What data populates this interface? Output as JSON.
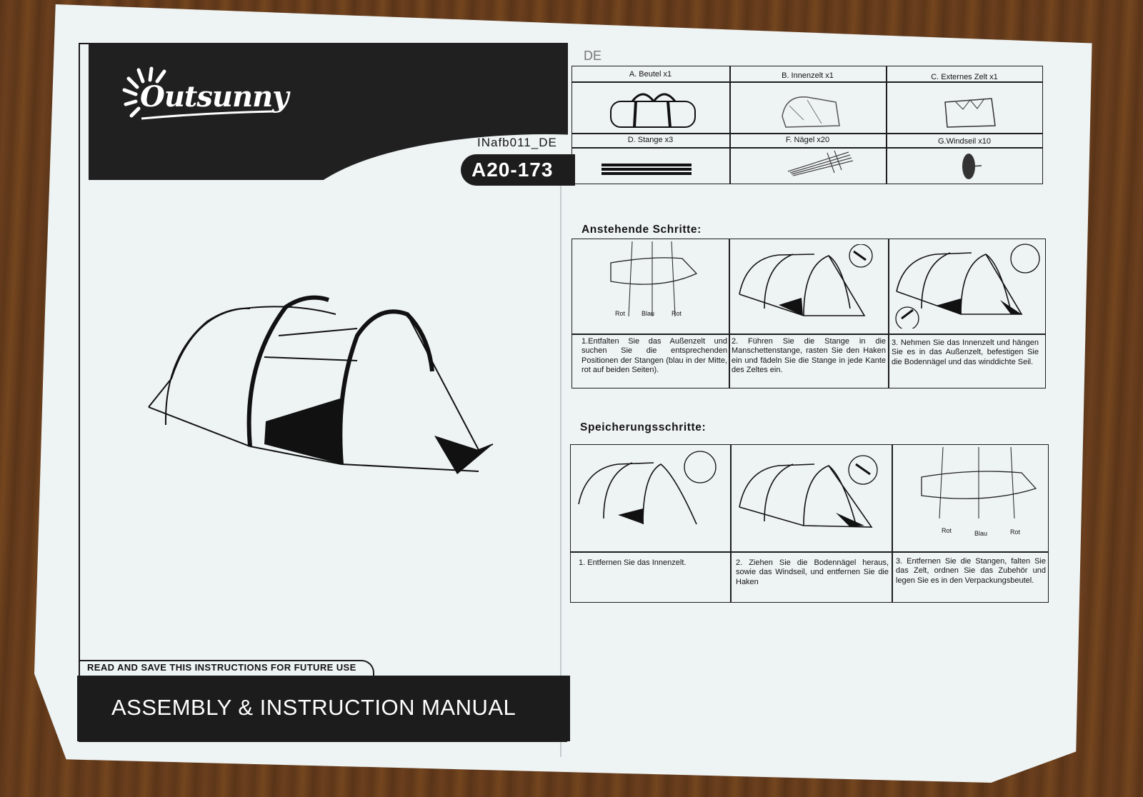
{
  "cover": {
    "brand": "Outsunny",
    "doc_code": "INafb011_DE",
    "model": "A20-173",
    "read_save_note": "READ AND SAVE THIS INSTRUCTIONS FOR FUTURE USE",
    "manual_title": "ASSEMBLY & INSTRUCTION MANUAL"
  },
  "inner": {
    "language": "DE",
    "parts": [
      {
        "label": "A.  Beutel x1",
        "icon": "bag-icon"
      },
      {
        "label": "B. Innenzelt x1",
        "icon": "inner-tent-icon"
      },
      {
        "label": "C. Externes Zelt x1",
        "icon": "outer-tent-icon"
      },
      {
        "label": "D. Stange x3",
        "icon": "poles-icon"
      },
      {
        "label": "F. Nägel x20",
        "icon": "pegs-icon"
      },
      {
        "label": "G.Windseil x10",
        "icon": "guy-rope-icon"
      }
    ],
    "setup": {
      "heading": "Anstehende Schritte:",
      "pole_labels": [
        "Rot",
        "Blau",
        "Rot"
      ],
      "steps": [
        "1.Entfalten Sie das Außenzelt und suchen Sie die entsprechenden Positionen der Stangen (blau in der Mitte, rot auf beiden Seiten).",
        "2. Führen Sie die Stange in die Manschettenstange, rasten Sie den Haken ein und fädeln Sie die Stange in jede Kante des Zeltes ein.",
        "3. Nehmen Sie das Innenzelt und hängen Sie es in das Außenzelt, befestigen Sie die Bodennägel und das winddichte Seil."
      ]
    },
    "storage": {
      "heading": "Speicherungsschritte:",
      "pole_labels": [
        "Rot",
        "Blau",
        "Rot"
      ],
      "steps": [
        "1. Entfernen Sie das Innenzelt.",
        "2. Ziehen Sie die Bodennägel heraus, sowie das Windseil, und entfernen Sie die Haken",
        "3. Entfernen Sie die Stangen, falten Sie das Zelt, ordnen Sie das Zubehör und legen Sie es in den Verpackungsbeutel."
      ]
    }
  }
}
